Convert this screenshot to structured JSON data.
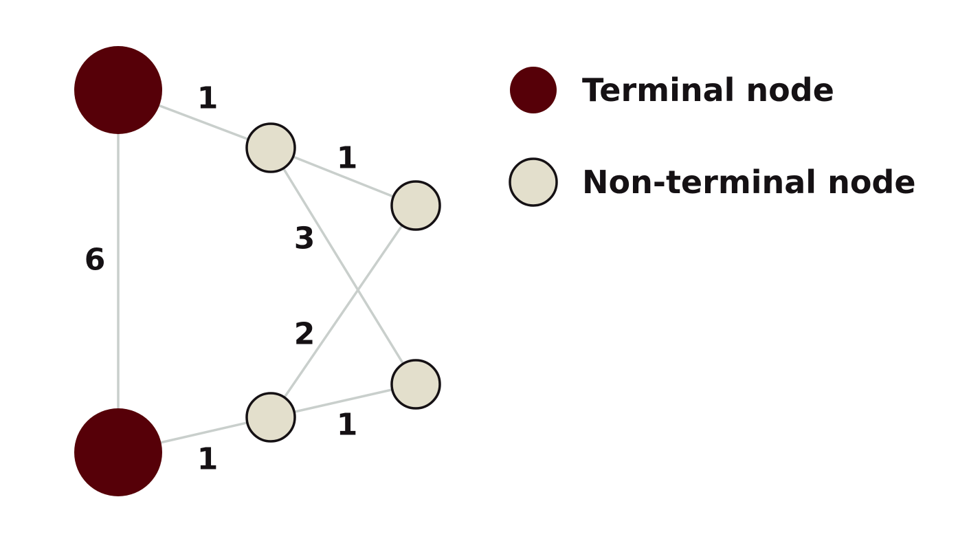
{
  "colors": {
    "terminal_fill": "#560008",
    "nonterminal_fill": "#e3dfcc",
    "nonterminal_stroke": "#151114",
    "edge": "#c9cfcc",
    "text": "#151114"
  },
  "nodes": [
    {
      "id": "T1",
      "kind": "terminal"
    },
    {
      "id": "T2",
      "kind": "terminal"
    },
    {
      "id": "A",
      "kind": "non-terminal"
    },
    {
      "id": "B",
      "kind": "non-terminal"
    },
    {
      "id": "C",
      "kind": "non-terminal"
    },
    {
      "id": "D",
      "kind": "non-terminal"
    }
  ],
  "edges": [
    {
      "from": "T1",
      "to": "A",
      "weight": "1"
    },
    {
      "from": "A",
      "to": "B",
      "weight": "1"
    },
    {
      "from": "T1",
      "to": "T2",
      "weight": "6"
    },
    {
      "from": "A",
      "to": "D",
      "weight": "3"
    },
    {
      "from": "B",
      "to": "C",
      "weight": "2"
    },
    {
      "from": "C",
      "to": "D",
      "weight": "1"
    },
    {
      "from": "T2",
      "to": "C",
      "weight": "1"
    }
  ],
  "legend": {
    "terminal_label": "Terminal node",
    "nonterminal_label": "Non-terminal node"
  }
}
